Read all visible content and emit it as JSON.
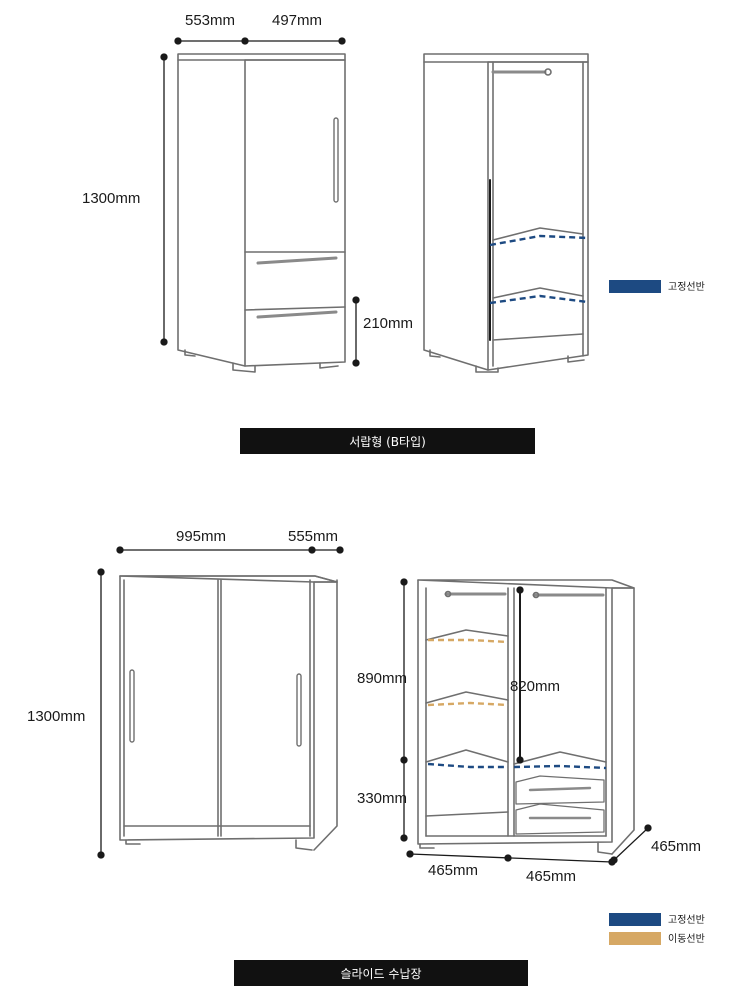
{
  "colors": {
    "fixed_shelf": "#1d4a82",
    "movable_shelf": "#d6a864",
    "outline": "#6f6f6f",
    "banner": "#111111"
  },
  "top_section": {
    "width_left": "553mm",
    "width_right": "497mm",
    "height": "1300mm",
    "drawer_height": "210mm",
    "legend_fixed": "고정선반",
    "banner": "서랍형 (B타입)"
  },
  "bottom_section": {
    "width": "995mm",
    "depth": "555mm",
    "height": "1300mm",
    "upper_height": "890mm",
    "lower_height": "330mm",
    "inner_height": "820mm",
    "side_depth": "465mm",
    "base_left": "465mm",
    "base_right": "465mm",
    "legend_fixed": "고정선반",
    "legend_movable": "이동선반",
    "banner": "슬라이드 수납장"
  }
}
